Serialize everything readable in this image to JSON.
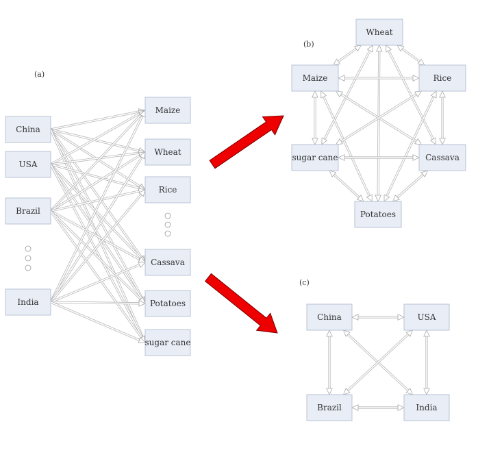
{
  "panels": {
    "a": {
      "label": "(a)"
    },
    "b": {
      "label": "(b)"
    },
    "c": {
      "label": "(c)"
    }
  },
  "panel_a": {
    "countries": [
      "China",
      "USA",
      "Brazil",
      "India"
    ],
    "crops": [
      "Maize",
      "Wheat",
      "Rice",
      "Cassava",
      "Potatoes",
      "sugar cane"
    ]
  },
  "panel_b": {
    "crops": [
      "Wheat",
      "Maize",
      "Rice",
      "sugar cane",
      "Cassava",
      "Potatoes"
    ]
  },
  "panel_c": {
    "countries": [
      "China",
      "USA",
      "Brazil",
      "India"
    ]
  },
  "colors": {
    "node_fill": "#e8edf6",
    "node_border": "#b9c3d6",
    "edge": "#b8b8b8",
    "big_arrow": "#ee0000"
  }
}
